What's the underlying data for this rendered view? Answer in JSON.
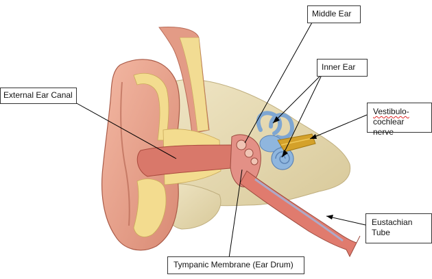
{
  "labels": {
    "middle_ear": "Middle Ear",
    "inner_ear": "Inner Ear",
    "external_ear_canal": "External Ear Canal",
    "vestibulo_line1": "Vestibulo-",
    "vestibulo_line2": "cochlear nerve",
    "eustachian_line1": "Eustachian",
    "eustachian_line2": "Tube",
    "tympanic_membrane": "Tympanic Membrane (Ear Drum)"
  },
  "colors": {
    "skin": "#e9a48e",
    "skin_dark": "#c8705a",
    "canal": "#d97b6c",
    "cartilage": "#f3dc8f",
    "bone": "#e8dcb4",
    "bone_dark": "#c9b98a",
    "inner_ear_blue": "#8fb6de",
    "nerve_gold": "#d4a12a",
    "leader_line": "#000000"
  }
}
